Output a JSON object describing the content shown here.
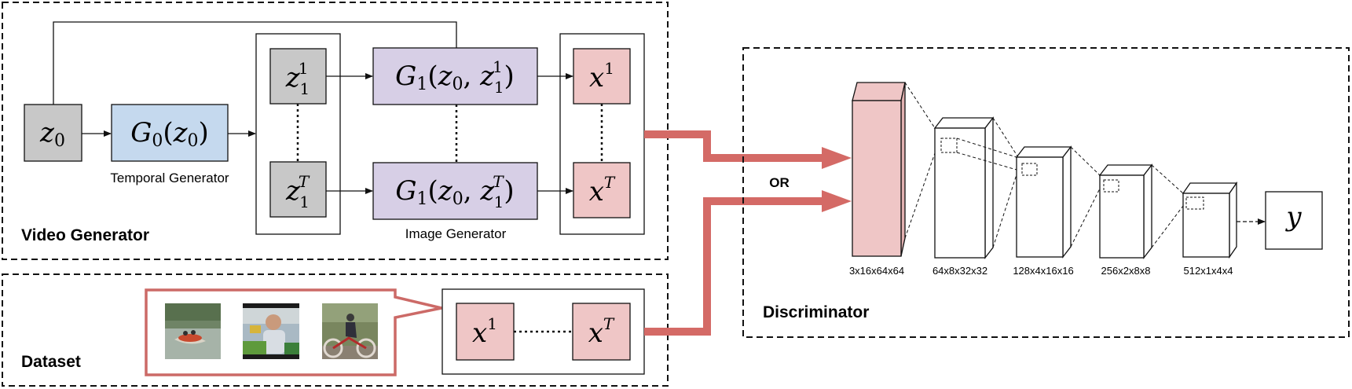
{
  "video_generator": {
    "title": "Video Generator",
    "z0": "z0",
    "g0": "G0(z0)",
    "temporal_label": "Temporal Generator",
    "z_first": "z1 (t=1)",
    "z_last": "z1 (t=T)",
    "g1_first": "G1(z0, z1 (t=1))",
    "g1_last": "G1(z0, z1 (t=T))",
    "image_label": "Image Generator",
    "x_first": "x^1",
    "x_last": "x^T"
  },
  "dataset": {
    "title": "Dataset",
    "x_first": "x^1",
    "x_last": "x^T",
    "thumbnails": [
      "rafting-thumbnail",
      "child-eating-thumbnail",
      "cyclist-thumbnail"
    ]
  },
  "or_label": "OR",
  "discriminator": {
    "title": "Discriminator",
    "layers": [
      "3x16x64x64",
      "64x8x32x32",
      "128x4x16x16",
      "256x2x8x8",
      "512x1x4x4"
    ],
    "output": "y"
  },
  "colors": {
    "latent": "#c8c8c8",
    "temporal": "#c5d9ee",
    "image_gen": "#d7cfe6",
    "frame": "#efc6c6",
    "arrow": "#d46a66",
    "input_volume": "#efc6c6"
  }
}
